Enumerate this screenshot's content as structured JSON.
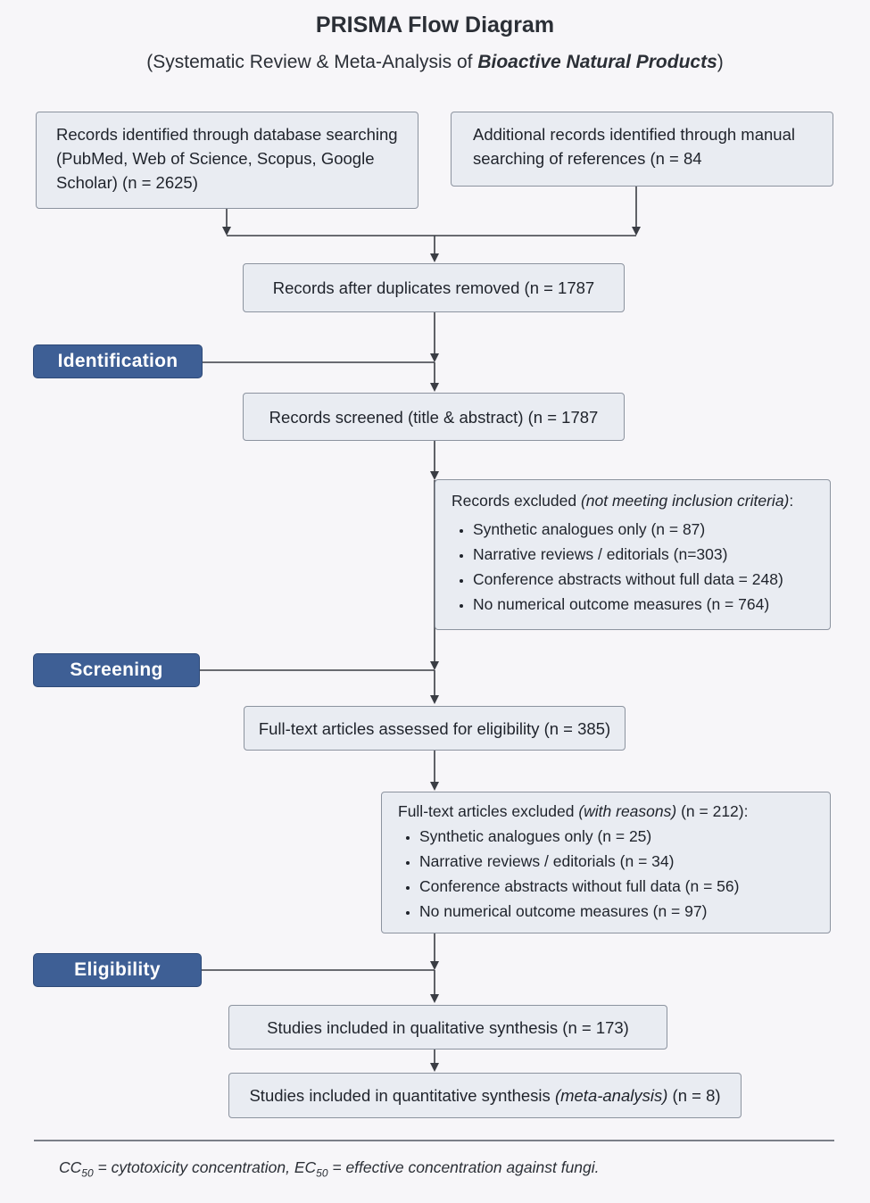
{
  "title": "PRISMA Flow Diagram",
  "subtitle": {
    "prefix": "(Systematic Review & Meta-Analysis of ",
    "emphasis": "Bioactive Natural Products",
    "suffix": ")"
  },
  "boxes": {
    "db_search": "Records identified through database searching (PubMed, Web of Science, Scopus, Google Scholar) (n = 2625)",
    "manual_search": "Additional records identified through manual searching of references (n = 84",
    "dedup": "Records after duplicates removed (n = 1787",
    "screened": "Records screened (title & abstract) (n = 1787",
    "fulltext": "Full-text articles assessed for eligibility (n = 385)",
    "qualitative": "Studies included in qualitative synthesis (n = 173)",
    "quantitative_prefix": "Studies included in quantitative synthesis ",
    "quantitative_emphasis": "(meta-analysis)",
    "quantitative_suffix": " (n = 8)"
  },
  "excluded_records": {
    "header_prefix": "Records excluded ",
    "header_emphasis": "(not meeting inclusion criteria)",
    "header_suffix": ":",
    "items": [
      "Synthetic analogues only (n = 87)",
      "Narrative reviews / editorials (n=303)",
      "Conference abstracts without full data = 248)",
      "No numerical outcome measures (n = 764)"
    ]
  },
  "excluded_fulltext": {
    "header_prefix": "Full-text articles excluded ",
    "header_emphasis": "(with reasons)",
    "header_suffix": " (n = 212):",
    "items": [
      "Synthetic analogues only (n = 25)",
      "Narrative reviews / editorials (n = 34)",
      "Conference abstracts without full data (n = 56)",
      "No numerical outcome measures (n = 97)"
    ]
  },
  "stages": {
    "identification": "Identification",
    "screening": "Screening",
    "eligibility": "Eligibility"
  },
  "footnote": {
    "cc": "CC",
    "cc_sub": "50",
    "cc_def": " = cytotoxicity concentration, ",
    "ec": "EC",
    "ec_sub": "50",
    "ec_def": " = effective concentration against fungi."
  },
  "colors": {
    "background": "#f7f6f9",
    "box_fill": "#e9ecf2",
    "box_border": "#8c939f",
    "stage_fill": "#3e5f95",
    "line": "#3a3d44"
  }
}
